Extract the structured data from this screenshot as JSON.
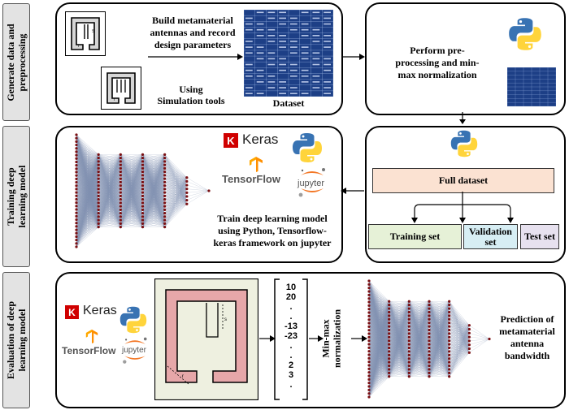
{
  "side_labels": {
    "row1": [
      "Generate data and",
      "preprocessing"
    ],
    "row2": [
      "Training deep",
      "learning model"
    ],
    "row3": [
      "Evaluation of deep",
      "learning model"
    ]
  },
  "row1": {
    "build_text": [
      "Build metamaterial",
      "antennas and record",
      "design parameters"
    ],
    "using_text": [
      "Using",
      "Simulation tools"
    ],
    "dataset_label": "Dataset",
    "preprocess_text": [
      "Perform pre-",
      "processing and min-",
      "max normalization"
    ]
  },
  "row2": {
    "keras": "Keras",
    "keras_k": "K",
    "tensorflow": "TensorFlow",
    "jupyter": "jupyter",
    "train_text": [
      "Train deep learning model",
      "using Python, Tensorflow-",
      "keras framework on jupyter"
    ],
    "full_dataset": "Full dataset",
    "training_set": "Training set",
    "validation_set": [
      "Validation",
      "set"
    ],
    "test_set": "Test set"
  },
  "row3": {
    "keras": "Keras",
    "keras_k": "K",
    "tensorflow": "TensorFlow",
    "jupyter": "jupyter",
    "numbers": [
      "10",
      "20",
      ".",
      ".",
      "-13",
      "-23",
      ".",
      ".",
      "2",
      "3",
      "."
    ],
    "minmax": [
      "Min-max",
      "normalization"
    ],
    "prediction": [
      "Prediction of",
      "metamaterial",
      "antenna",
      "bandwidth"
    ]
  },
  "colors": {
    "full_dataset_bg": "#fbe2d2",
    "training_bg": "#e6f1d7",
    "validation_bg": "#d7eef4",
    "test_bg": "#e7e1ef",
    "antenna_fill": "#e6a7a9",
    "antenna_bg": "#eef0e0",
    "node_color": "#7a0f12",
    "edge_color": "#8090b0",
    "python_blue": "#3873b3",
    "python_yellow": "#ffd43b",
    "keras_red": "#d00000",
    "tf_orange": "#ff8f00",
    "jupyter_orange": "#f37726"
  }
}
